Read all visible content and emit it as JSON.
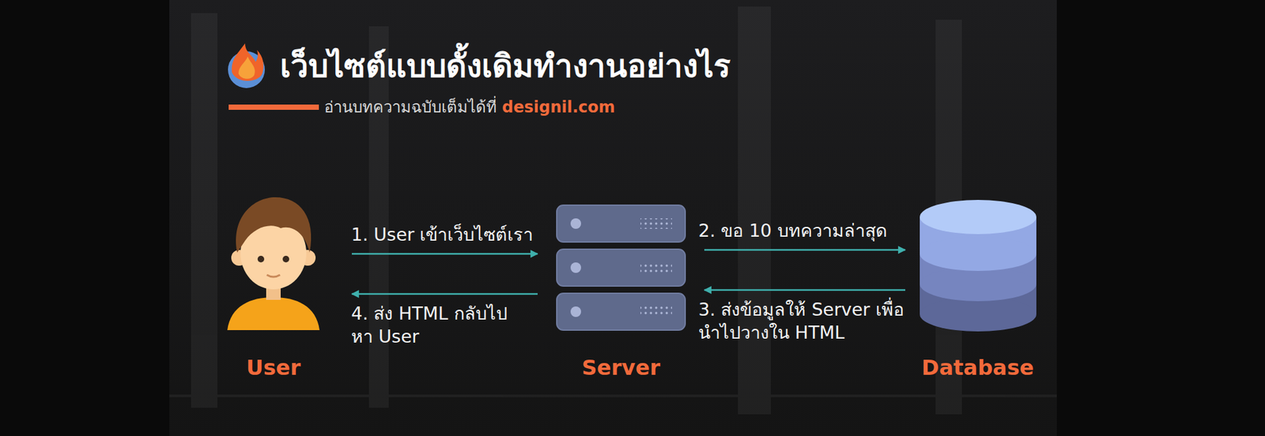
{
  "diagram": {
    "title": "เว็บไซต์แบบดั้งเดิมทำงานอย่างไร",
    "nodes": [
      {
        "text": [
          "User"
        ]
      },
      {
        "text": [
          "Server"
        ]
      },
      {
        "text": [
          "Database"
        ]
      }
    ],
    "edges": [
      {
        "from": 0,
        "to": 1,
        "arrow": "to",
        "label": "1. User เข้าเว็บไซต์เรา"
      },
      {
        "from": 1,
        "to": 2,
        "arrow": "to",
        "label": "2. ขอ 10 บทความล่าสุด"
      },
      {
        "from": 2,
        "to": 1,
        "arrow": "to",
        "label": "3. ส่งข้อมูลให้ Server เพื่อนำไปวางใน HTML"
      },
      {
        "from": 1,
        "to": 0,
        "arrow": "to",
        "label": "4. ส่ง HTML กลับไป หา User"
      }
    ],
    "labels": [
      "อ่านบทความฉบับเต็มได้ที่",
      "designil.com"
    ]
  }
}
